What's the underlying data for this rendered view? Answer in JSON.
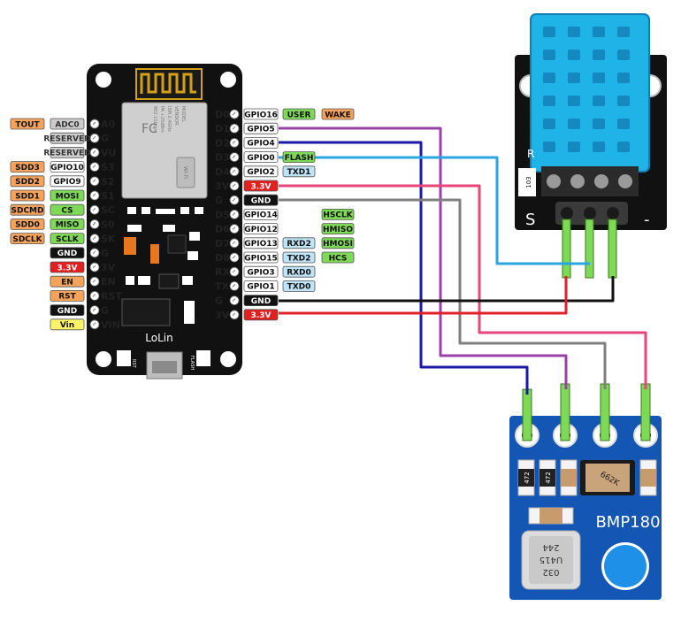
{
  "colors": {
    "board": "#111111",
    "pin_label_border": "#555555",
    "gpio_fill": "#ffffff",
    "green_tag": "#7ed957",
    "orange_tag": "#f7a35c",
    "blue_tag": "#bfe3f7",
    "red_tag": "#e32020",
    "black_tag": "#111111",
    "yellow_tag": "#fff36a",
    "gray_tag": "#cccccc",
    "wire_blue": "#1a1aa6",
    "wire_purple": "#9b3fa8",
    "wire_gray": "#808080",
    "wire_pink": "#e8457a",
    "wire_cyan": "#2aa5e0",
    "wire_black": "#111111",
    "wire_red": "#e0202a",
    "dht_body": "#1fb3e8",
    "bmp_board": "#1456b3"
  },
  "left_pins": {
    "pin_names": [
      "A0",
      "G",
      "VU",
      "S3",
      "S2",
      "S1",
      "SC",
      "S0",
      "SK",
      "G",
      "3V",
      "EN",
      "RST",
      "G",
      "VIN"
    ],
    "tags_outer": [
      "TOUT",
      "",
      "",
      "SDD3",
      "SDD2",
      "SDD1",
      "SDCMD",
      "SDD0",
      "SDCLK",
      "",
      "",
      "",
      "",
      "",
      ""
    ],
    "tags_inner": [
      "ADC0",
      "RESERVED",
      "RESERVED",
      "GPIO10",
      "GPIO9",
      "MOSI",
      "CS",
      "MISO",
      "SCLK",
      "GND",
      "3.3V",
      "EN",
      "RST",
      "GND",
      "Vin"
    ]
  },
  "right_pins": {
    "pin_names": [
      "D0",
      "D1",
      "D2",
      "D3",
      "D4",
      "3V",
      "G",
      "D5",
      "D6",
      "D7",
      "D8",
      "RX",
      "TX",
      "G",
      "3V"
    ],
    "tags_gpio": [
      "GPIO16",
      "GPIO5",
      "GPIO4",
      "GPIO0",
      "GPIO2",
      "3.3V",
      "GND",
      "GPIO14",
      "GPIO12",
      "GPIO13",
      "GPIO15",
      "GPIO3",
      "GPIO1",
      "GND",
      "3.3V"
    ],
    "tags_func1": [
      "USER",
      "",
      "",
      "FLASH",
      "TXD1",
      "",
      "",
      "",
      "",
      "RXD2",
      "TXD2",
      "RXD0",
      "TXD0",
      "",
      ""
    ],
    "tags_func2": [
      "WAKE",
      "",
      "",
      "",
      "",
      "",
      "",
      "HSCLK",
      "HMISO",
      "HMOSI",
      "HCS",
      "",
      "",
      "",
      ""
    ]
  },
  "board": {
    "brand": "LoLin",
    "rst_label": "RST",
    "flash_label": "FLASH",
    "module_lines": [
      "MODEL",
      "VENDOR",
      "ISM 2.4GHz",
      "PA +25dBm",
      "802.11b/g/n"
    ],
    "fc_mark": "FC",
    "wifi_mark": "Wi-Fi"
  },
  "dht": {
    "sensor_label": "S",
    "resistor_label": "103",
    "minus_label": "-"
  },
  "bmp": {
    "title": "BMP180",
    "chip_text_1": "032",
    "chip_text_2": "U415",
    "chip_text_3": "244",
    "resistor_1": "472",
    "resistor_2": "472",
    "regulator": "662K"
  }
}
